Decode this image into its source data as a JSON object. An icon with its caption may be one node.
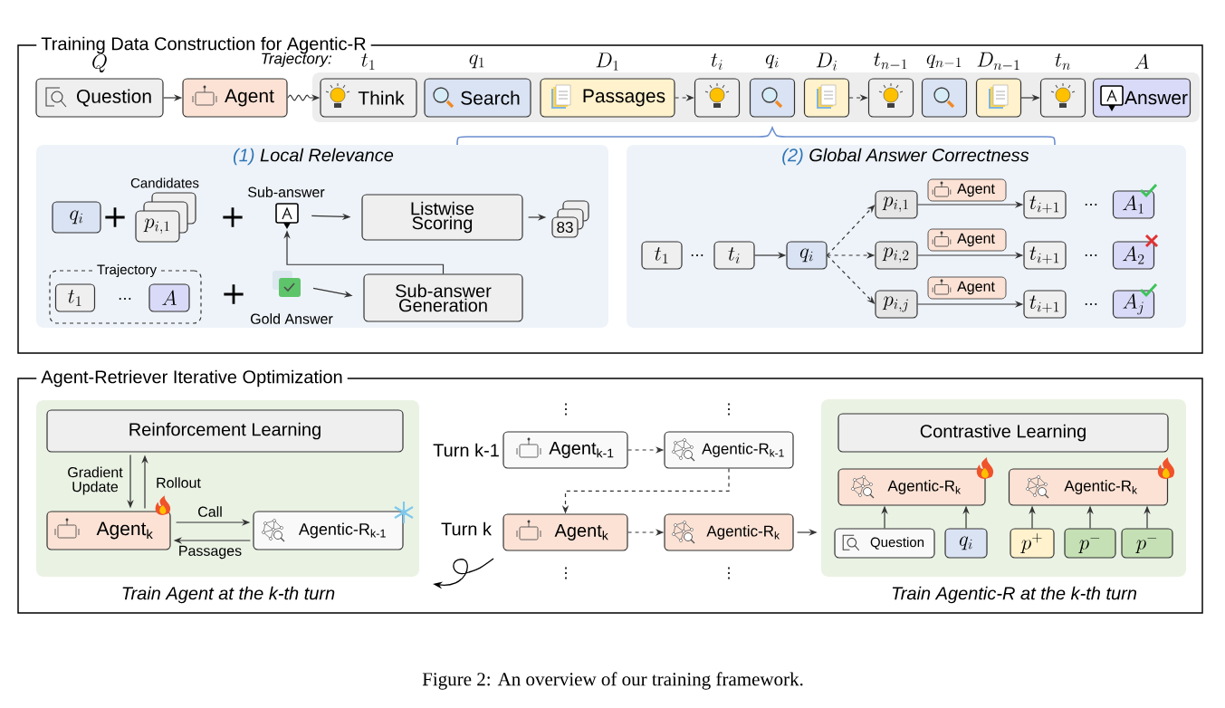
{
  "diagram": {
    "caption": "Figure 2: An overview of our training framework.",
    "nodes": [
      {
        "text": [
          "Training Data Construction for Agentic-R"
        ]
      },
      {
        "text": [
          "Question"
        ],
        "beside": [
          "Q"
        ],
        "in": 0
      },
      {
        "text": [
          "Agent"
        ],
        "in": 0
      },
      {
        "text": [
          "Trajectory:"
        ],
        "in": 0
      },
      {
        "text": [
          "Think"
        ],
        "beside": [
          "t_{1}"
        ],
        "in": 3
      },
      {
        "text": [
          "Search"
        ],
        "beside": [
          "q_{1}"
        ],
        "in": 3
      },
      {
        "text": [
          "Passages"
        ],
        "beside": [
          "D_{1}"
        ],
        "in": 3
      },
      {
        "text": [],
        "shape": "box",
        "beside": [
          "t_{i}"
        ],
        "in": 3
      },
      {
        "text": [],
        "shape": "box",
        "beside": [
          "q_{i}"
        ],
        "in": 3
      },
      {
        "text": [],
        "shape": "box",
        "beside": [
          "D_{i}"
        ],
        "in": 3
      },
      {
        "text": [],
        "shape": "box",
        "beside": [
          "t_{n-1}"
        ],
        "in": 3
      },
      {
        "text": [],
        "shape": "box",
        "beside": [
          "q_{n-1}"
        ],
        "in": 3
      },
      {
        "text": [],
        "shape": "box",
        "beside": [
          "D_{n-1}"
        ],
        "in": 3
      },
      {
        "text": [],
        "shape": "box",
        "beside": [
          "t_{n}"
        ],
        "in": 3
      },
      {
        "text": [
          "Answer"
        ],
        "beside": [
          "A"
        ],
        "in": 3
      },
      {
        "text": [
          "(1)",
          "Local Relevance"
        ],
        "in": 0
      },
      {
        "text": [
          "q_{i}"
        ],
        "in": 15
      },
      {
        "text": [
          "p_{i,1}"
        ],
        "beside": [
          "Candidates"
        ],
        "in": 15
      },
      {
        "text": [],
        "shape": "picture",
        "beside": [
          "Sub-answer"
        ],
        "in": 15
      },
      {
        "text": [
          "Listwise Scoring"
        ],
        "in": 15
      },
      {
        "text": [
          "83"
        ],
        "in": 15
      },
      {
        "text": [
          "Trajectory"
        ],
        "in": 15
      },
      {
        "text": [
          "t_{1}"
        ],
        "in": 21
      },
      {
        "text": [
          "A"
        ],
        "in": 21
      },
      {
        "text": [],
        "shape": "picture",
        "beside": [
          "Gold Answer"
        ],
        "in": 15
      },
      {
        "text": [
          "Sub-answer Generation"
        ],
        "in": 15
      },
      {
        "text": [
          "(2)",
          "Global Answer Correctness"
        ],
        "in": 0
      },
      {
        "text": [
          "t_{1}"
        ],
        "in": 26
      },
      {
        "text": [
          "t_{i}"
        ],
        "in": 26
      },
      {
        "text": [
          "q_{i}"
        ],
        "in": 26
      },
      {
        "text": [
          "p_{i,1}"
        ],
        "in": 26
      },
      {
        "text": [
          "p_{i,2}"
        ],
        "in": 26
      },
      {
        "text": [
          "p_{i,j}"
        ],
        "in": 26
      },
      {
        "text": [
          "t_{i+1}"
        ],
        "in": 26
      },
      {
        "text": [
          "t_{i+1}"
        ],
        "in": 26
      },
      {
        "text": [
          "t_{i+1}"
        ],
        "in": 26
      },
      {
        "text": [
          "A_{1}"
        ],
        "in": 26
      },
      {
        "text": [
          "A_{2}"
        ],
        "in": 26
      },
      {
        "text": [
          "A_{j}"
        ],
        "in": 26
      },
      {
        "text": [
          "Agent-Retriever Iterative Optimization"
        ]
      },
      {
        "text": [
          "Train Agent at the k-th turn"
        ],
        "in": 39
      },
      {
        "text": [
          "Reinforcement Learning"
        ],
        "in": 40
      },
      {
        "text": [
          "Agent$_{k}$"
        ],
        "in": 40
      },
      {
        "text": [
          "Agentic-R$_{k-1}$"
        ],
        "in": 40
      },
      {
        "text": [
          "Agent$_{k-1}$"
        ],
        "beside": [
          "Turn k-1"
        ],
        "in": 39
      },
      {
        "text": [
          "Agentic-R$_{k-1}$"
        ],
        "in": 39
      },
      {
        "text": [
          "Agent$_{k}$"
        ],
        "beside": [
          "Turn k"
        ],
        "in": 39
      },
      {
        "text": [
          "Agentic-R$_{k}$"
        ],
        "in": 39
      },
      {
        "text": [
          "Train Agentic-R at the k-th turn"
        ],
        "in": 39
      },
      {
        "text": [
          "Contrastive Learning"
        ],
        "in": 48
      },
      {
        "text": [
          "Agentic-R$_{k}$"
        ],
        "in": 48
      },
      {
        "text": [
          "Agentic-R$_{k}$"
        ],
        "in": 48
      },
      {
        "text": [
          "Question"
        ],
        "in": 48
      },
      {
        "text": [
          "q_{i}"
        ],
        "in": 48
      },
      {
        "text": [
          "p^{+}"
        ],
        "in": 48
      },
      {
        "text": [
          "p^{-}"
        ],
        "in": 48
      },
      {
        "text": [
          "p^{-}"
        ],
        "in": 48
      }
    ],
    "edges": [
      {
        "from": 1,
        "to": 2,
        "arrow": "to"
      },
      {
        "from": 2,
        "to": 4,
        "arrow": "to"
      },
      {
        "from": 6,
        "to": 7,
        "arrow": "to",
        "style": "dashed"
      },
      {
        "from": 9,
        "to": 10,
        "arrow": "to",
        "style": "dashed"
      },
      {
        "from": 12,
        "to": 13,
        "arrow": "to"
      },
      {
        "from": 18,
        "to": 19,
        "arrow": "to"
      },
      {
        "from": 19,
        "to": 20,
        "arrow": "to"
      },
      {
        "from": 24,
        "to": 25,
        "arrow": "to"
      },
      {
        "from": 25,
        "to": 18,
        "arrow": "to"
      },
      {
        "from": 28,
        "to": 29,
        "arrow": "to"
      },
      {
        "from": 29,
        "to": 30,
        "arrow": "to",
        "style": "dashed"
      },
      {
        "from": 29,
        "to": 31,
        "arrow": "to",
        "style": "dashed"
      },
      {
        "from": 29,
        "to": 32,
        "arrow": "to",
        "style": "dashed"
      },
      {
        "from": 30,
        "to": 33,
        "arrow": "to",
        "label": "Agent"
      },
      {
        "from": 31,
        "to": 34,
        "arrow": "to",
        "label": "Agent"
      },
      {
        "from": 32,
        "to": 35,
        "arrow": "to",
        "label": "Agent"
      },
      {
        "from": 41,
        "to": 42,
        "arrow": "to",
        "label": "Gradient Update"
      },
      {
        "from": 42,
        "to": 41,
        "arrow": "to",
        "label": "Rollout"
      },
      {
        "from": 42,
        "to": 43,
        "arrow": "to",
        "label": "Call"
      },
      {
        "from": 43,
        "to": 42,
        "arrow": "to",
        "label": "Passages"
      },
      {
        "from": 44,
        "to": 45,
        "arrow": "to",
        "style": "dashed"
      },
      {
        "from": 45,
        "to": 46,
        "arrow": "to",
        "style": "dashed"
      },
      {
        "from": 46,
        "to": 47,
        "arrow": "to",
        "style": "dashed"
      },
      {
        "from": 47,
        "to": 48,
        "arrow": "to"
      },
      {
        "from": 52,
        "to": 50,
        "arrow": "to"
      },
      {
        "from": 53,
        "to": 50,
        "arrow": "to"
      },
      {
        "from": 54,
        "to": 51,
        "arrow": "to"
      },
      {
        "from": 55,
        "to": 51,
        "arrow": "to"
      },
      {
        "from": 56,
        "to": 51,
        "arrow": "to"
      }
    ],
    "labels": [
      "+",
      "+",
      "…",
      "+",
      "…",
      "…",
      "…",
      "…",
      "⋮",
      "⋮",
      "⋮",
      "⋮"
    ]
  }
}
